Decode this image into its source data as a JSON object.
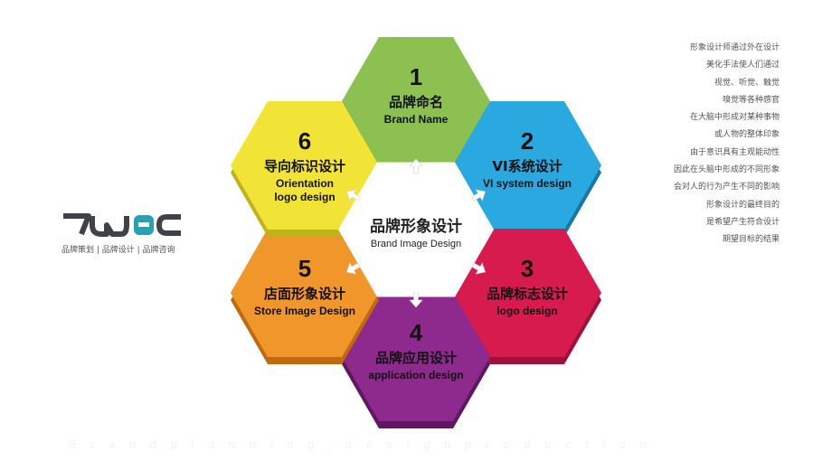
{
  "center": {
    "title_cn": "品牌形象设计",
    "title_en": "Brand Image Design"
  },
  "hexagons": [
    {
      "number": "1",
      "title_cn": "品牌命名",
      "title_en": [
        "Brand Name"
      ],
      "color": "#8cc152",
      "side": "#5f8f2e"
    },
    {
      "number": "2",
      "title_cn": "VI系统设计",
      "title_en": [
        "VI system design"
      ],
      "color": "#2aa8e0",
      "side": "#1778a8"
    },
    {
      "number": "3",
      "title_cn": "品牌标志设计",
      "title_en": [
        "logo design"
      ],
      "color": "#d81b4f",
      "side": "#a11036"
    },
    {
      "number": "4",
      "title_cn": "品牌应用设计",
      "title_en": [
        "application design"
      ],
      "color": "#8e2a8e",
      "side": "#5e1760"
    },
    {
      "number": "5",
      "title_cn": "店面形象设计",
      "title_en": [
        "Store Image Design"
      ],
      "color": "#f0962a",
      "side": "#c06a10"
    },
    {
      "number": "6",
      "title_cn": "导向标识设计",
      "title_en": [
        "Orientation",
        "logo design"
      ],
      "color": "#f2e437",
      "side": "#c2b21a"
    }
  ],
  "logo": {
    "text": "TWEC",
    "tagline": "品牌策划 | 品牌设计 | 品牌咨询",
    "color": "#3f4348",
    "accent": "#2aa0b8"
  },
  "description": [
    "形象设计师通过外在设计",
    "美化手法使人们通过",
    "视觉、听觉、触觉",
    "嗅觉等各种感官",
    "在大脑中形成对某种事物",
    "或人物的整体印象",
    "由于意识具有主观能动性",
    "因此在头脑中形成的不同形象",
    "会对人的行为产生不同的影响",
    "形象设计的最终目的",
    "是希望产生符合设计",
    "期望目标的结果"
  ],
  "footer": "Brandplanning,designproduction"
}
